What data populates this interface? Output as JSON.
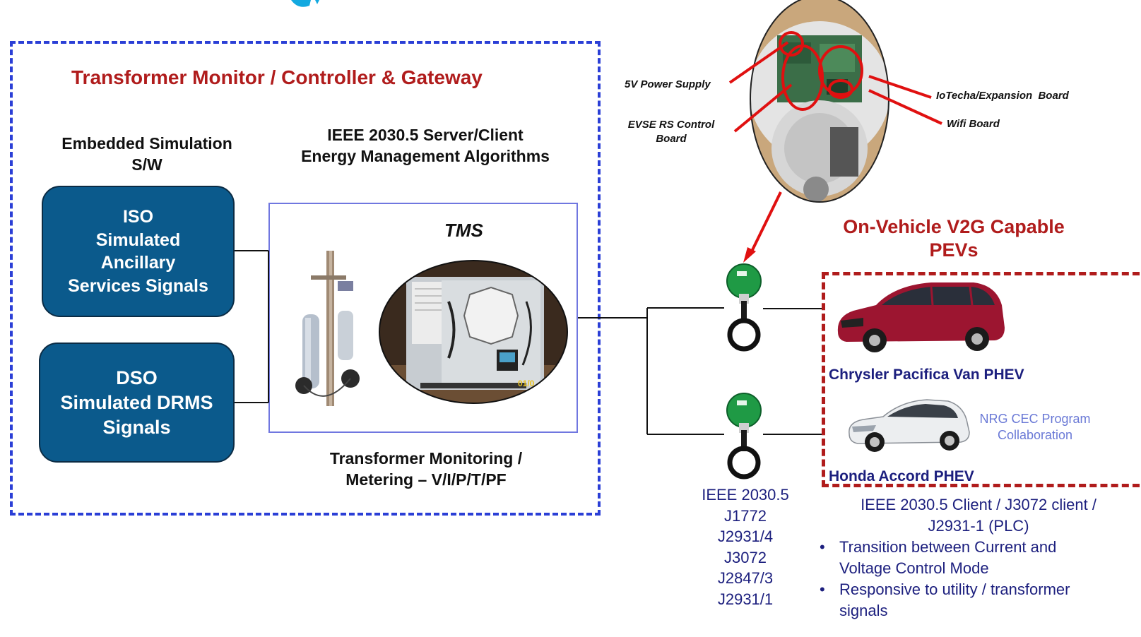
{
  "left_panel": {
    "title": "Transformer Monitor / Controller & Gateway",
    "embedded_heading_line1": "Embedded Simulation",
    "embedded_heading_line2": "S/W",
    "server_heading_line1": "IEEE 2030.5 Server/Client",
    "server_heading_line2": "Energy Management Algorithms",
    "iso_box": "ISO\nSimulated\nAncillary\nServices Signals",
    "dso_box": "DSO\nSimulated DRMS\nSignals",
    "tms_label": "TMS",
    "monitoring_line1": "Transformer Monitoring /",
    "monitoring_line2": "Metering – V/I/P/T/PF",
    "photo_date_overlay": "01/0"
  },
  "evse_callouts": {
    "power_supply": "5V Power Supply",
    "rs_control_line1": "EVSE RS Control",
    "rs_control_line2": "Board",
    "expansion_board": "IoTecha/Expansion  Board",
    "wifi_board": "Wifi Board"
  },
  "vehicles": {
    "title_line1": "On-Vehicle V2G Capable",
    "title_line2": "PEVs",
    "car1_label": "Chrysler Pacifica Van PHEV",
    "car2_label": "Honda Accord PHEV",
    "nrg_line1": "NRG CEC Program",
    "nrg_line2": "Collaboration"
  },
  "standards": [
    "IEEE 2030.5",
    "J1772",
    "J2931/4",
    "J3072",
    "J2847/3",
    "J2931/1"
  ],
  "client": {
    "line1": "IEEE 2030.5 Client / J3072 client /",
    "line2": "J2931-1 (PLC)",
    "bullet1_line1": "Transition between Current and",
    "bullet1_line2": "Voltage Control Mode",
    "bullet2_line1": "Responsive to utility / transformer",
    "bullet2_line2": "signals"
  },
  "colors": {
    "dashed_blue": "#2b3fd6",
    "dashed_red": "#b01c1c",
    "box_fill": "#0b5a8c",
    "text_navy": "#1c1f7e",
    "evse_green": "#1f9a45",
    "car_red": "#9c1530"
  }
}
